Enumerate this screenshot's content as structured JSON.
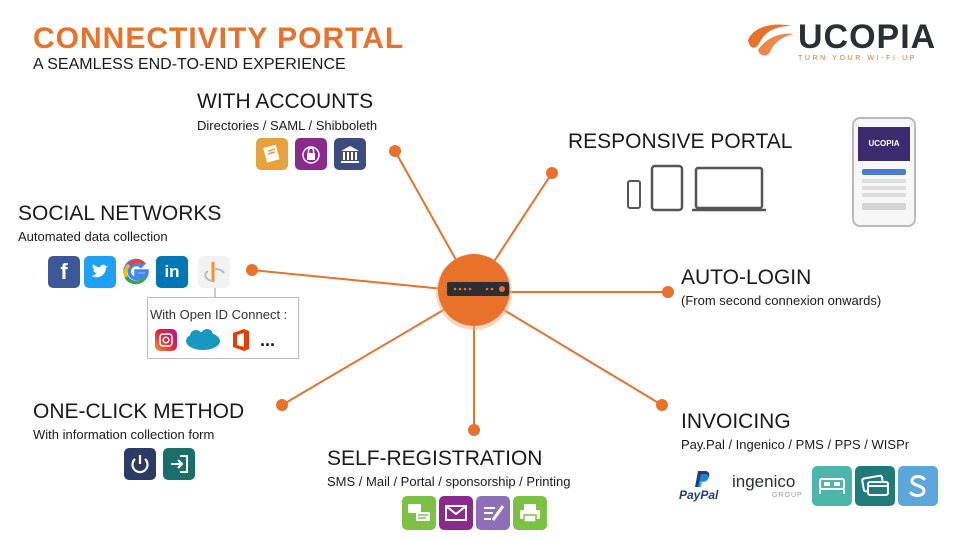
{
  "header": {
    "title": "CONNECTIVITY PORTAL",
    "subtitle": "A SEAMLESS END-TO-END EXPERIENCE"
  },
  "logo": {
    "word": "UCOPIA",
    "tagline": "TURN YOUR WI-FI UP"
  },
  "colors": {
    "accent": "#e8722a",
    "dark": "#2b2e33"
  },
  "sections": {
    "accounts": {
      "title": "WITH ACCOUNTS",
      "sub": "Directories / SAML / Shibboleth"
    },
    "responsive": {
      "title": "RESPONSIVE PORTAL"
    },
    "social": {
      "title": "SOCIAL NETWORKS",
      "sub": "Automated data collection"
    },
    "autologin": {
      "title": "AUTO-LOGIN",
      "sub": "(From second connexion onwards)"
    },
    "oidc": {
      "label": "With Open ID Connect :",
      "more": "..."
    },
    "oneclick": {
      "title": "ONE-CLICK METHOD",
      "sub": "With information collection form"
    },
    "invoicing": {
      "title": "INVOICING",
      "sub": "Pay.Pal / Ingenico / PMS / PPS / WISPr"
    },
    "selfreg": {
      "title": "SELF-REGISTRATION",
      "sub": "SMS / Mail / Portal / sponsorship / Printing"
    }
  },
  "phone": {
    "brand": "UCOPIA"
  },
  "payments": {
    "paypal": "PayPal",
    "ingenico": "ingenico",
    "ingenico_group": "GROUP"
  }
}
